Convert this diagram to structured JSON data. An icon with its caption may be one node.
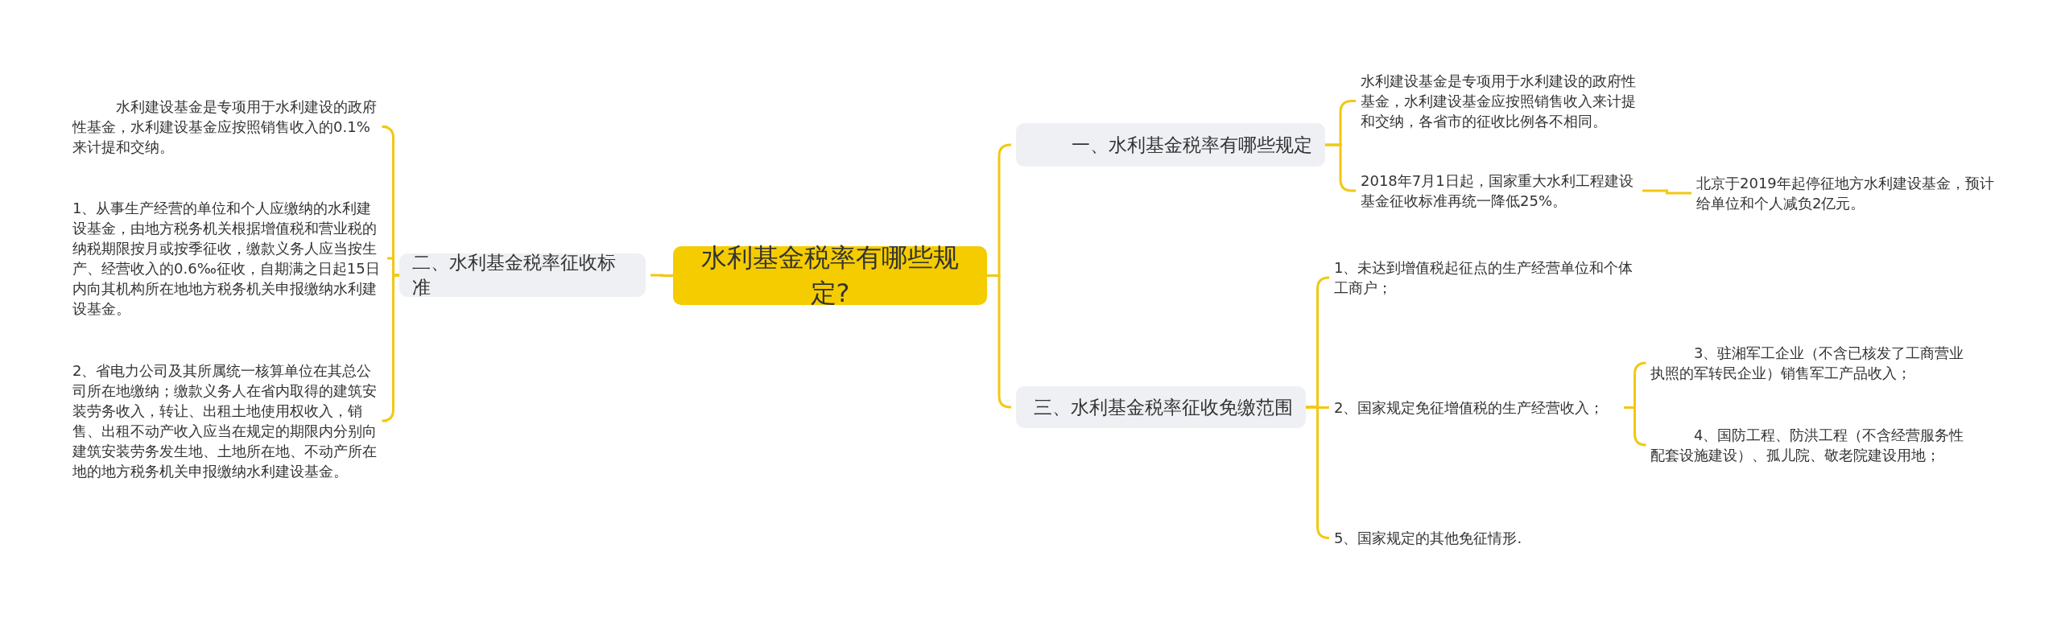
{
  "diagram": {
    "nodes": [
      {
        "text": [
          "水利基金税率有哪些规定?"
        ]
      },
      {
        "text": [
          "一、水利基金税率有哪些规定"
        ]
      },
      {
        "text": [
          "水利建设基金是专项用于水利建设的政府性基金，水利建设基金应按照销售收入来计提和交纳，各省市的征收比例各不相同。"
        ]
      },
      {
        "text": [
          "2018年7月1日起，国家重大水利工程建设基金征收标准再统一降低25%。"
        ]
      },
      {
        "text": [
          "北京于2019年起停征地方水利建设基金，预计给单位和个人减负2亿元。"
        ]
      },
      {
        "text": [
          "二、水利基金税率征收标准"
        ]
      },
      {
        "text": [
          "水利建设基金是专项用于水利建设的政府性基金，水利建设基金应按照销售收入的0.1%来计提和交纳。"
        ]
      },
      {
        "text": [
          "1、从事生产经营的单位和个人应缴纳的水利建设基金，由地方税务机关根据增值税和营业税的纳税期限按月或按季征收，缴款义务人应当按生产、经营收入的0.6‰征收，自期满之日起15日内向其机构所在地地方税务机关申报缴纳水利建设基金。"
        ]
      },
      {
        "text": [
          "2、省电力公司及其所属统一核算单位在其总公司所在地缴纳；缴款义务人在省内取得的建筑安装劳务收入，转让、出租土地使用权收入，销售、出租不动产收入应当在规定的期限内分别向建筑安装劳务发生地、土地所在地、不动产所在地的地方税务机关申报缴纳水利建设基金。"
        ]
      },
      {
        "text": [
          "三、水利基金税率征收免缴范围"
        ]
      },
      {
        "text": [
          "1、未达到增值税起征点的生产经营单位和个体工商户；"
        ]
      },
      {
        "text": [
          "2、国家规定免征增值税的生产经营收入；"
        ]
      },
      {
        "text": [
          "3、驻湘军工企业（不含已核发了工商营业执照的军转民企业）销售军工产品收入；"
        ]
      },
      {
        "text": [
          "4、国防工程、防洪工程（不含经营服务性配套设施建设）、孤儿院、敬老院建设用地；"
        ]
      },
      {
        "text": [
          "5、国家规定的其他免征情形."
        ]
      }
    ],
    "edges": [
      {
        "from": 0,
        "to": 1,
        "arrow": "none"
      },
      {
        "from": 1,
        "to": 2,
        "arrow": "none"
      },
      {
        "from": 1,
        "to": 3,
        "arrow": "none"
      },
      {
        "from": 3,
        "to": 4,
        "arrow": "none"
      },
      {
        "from": 0,
        "to": 5,
        "arrow": "none"
      },
      {
        "from": 5,
        "to": 6,
        "arrow": "none"
      },
      {
        "from": 5,
        "to": 7,
        "arrow": "none"
      },
      {
        "from": 5,
        "to": 8,
        "arrow": "none"
      },
      {
        "from": 0,
        "to": 9,
        "arrow": "none"
      },
      {
        "from": 9,
        "to": 10,
        "arrow": "none"
      },
      {
        "from": 9,
        "to": 11,
        "arrow": "none"
      },
      {
        "from": 11,
        "to": 12,
        "arrow": "none"
      },
      {
        "from": 11,
        "to": 13,
        "arrow": "none"
      },
      {
        "from": 9,
        "to": 14,
        "arrow": "none"
      }
    ]
  }
}
